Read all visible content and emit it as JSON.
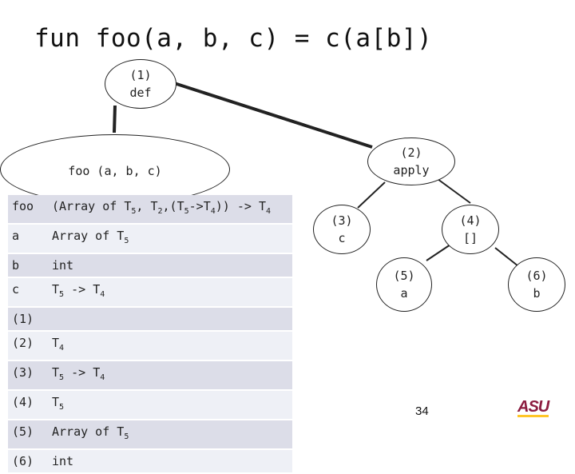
{
  "title": "fun foo(a, b, c) = c(a[b])",
  "nodes": {
    "n1": {
      "id": "(1)",
      "label": "def"
    },
    "params": {
      "label": "foo (a, b, c)"
    },
    "n2": {
      "id": "(2)",
      "label": "apply"
    },
    "n3": {
      "id": "(3)",
      "label": "c"
    },
    "n4": {
      "id": "(4)",
      "label": "[]"
    },
    "n5": {
      "id": "(5)",
      "label": "a"
    },
    "n6": {
      "id": "(6)",
      "label": "b"
    }
  },
  "table": {
    "rows": [
      {
        "key": "foo",
        "value": "(Array of T5, T2,(T5->T4)) -> T4"
      },
      {
        "key": "a",
        "value": "Array of T5"
      },
      {
        "key": "b",
        "value": "int"
      },
      {
        "key": "c",
        "value": "T5 -> T4"
      },
      {
        "key": "(1)",
        "value": ""
      },
      {
        "key": "(2)",
        "value": "T4"
      },
      {
        "key": "(3)",
        "value": "T5 -> T4"
      },
      {
        "key": "(4)",
        "value": "T5"
      },
      {
        "key": "(5)",
        "value": "Array of T5"
      },
      {
        "key": "(6)",
        "value": "int"
      }
    ]
  },
  "page_number": "34",
  "logo_text": "ASU",
  "colors": {
    "row_dark": "#dcdde8",
    "row_light": "#eef0f6",
    "logo": "#8c1d40",
    "logo_accent": "#ffc627"
  }
}
